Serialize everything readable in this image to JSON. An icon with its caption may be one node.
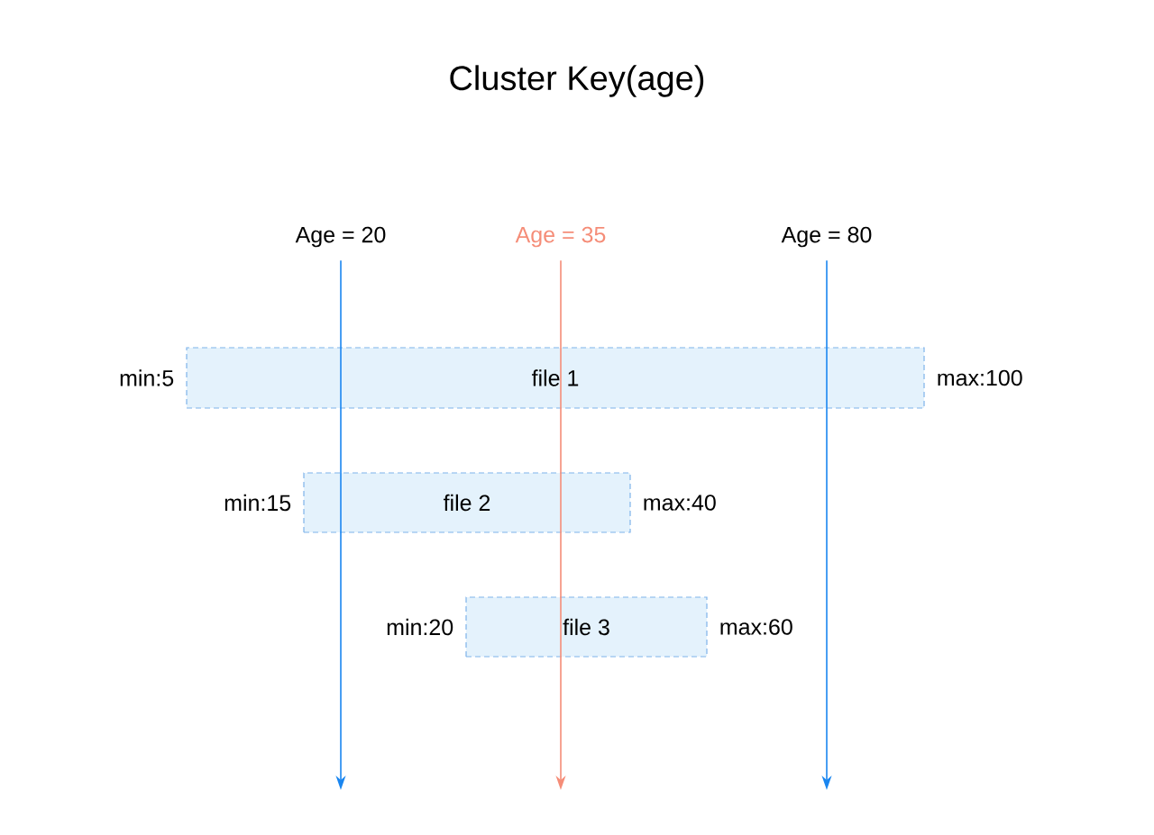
{
  "diagram": {
    "title": "Cluster Key(age)",
    "nodes": [
      {
        "text": [
          "Age = 20"
        ]
      },
      {
        "text": [
          "Age = 35"
        ]
      },
      {
        "text": [
          "Age = 80"
        ]
      },
      {
        "text": [
          "file 1"
        ],
        "beside": [
          "min:5",
          "max:100"
        ]
      },
      {
        "text": [
          "file 2"
        ],
        "beside": [
          "min:15",
          "max:40"
        ]
      },
      {
        "text": [
          "file 3"
        ],
        "beside": [
          "min:20",
          "max:60"
        ]
      }
    ],
    "edges": [
      {
        "from": 0,
        "to": null,
        "arrow": "to"
      },
      {
        "from": 1,
        "to": null,
        "arrow": "to",
        "color": "#f58d78"
      },
      {
        "from": 2,
        "to": null,
        "arrow": "to"
      }
    ]
  }
}
